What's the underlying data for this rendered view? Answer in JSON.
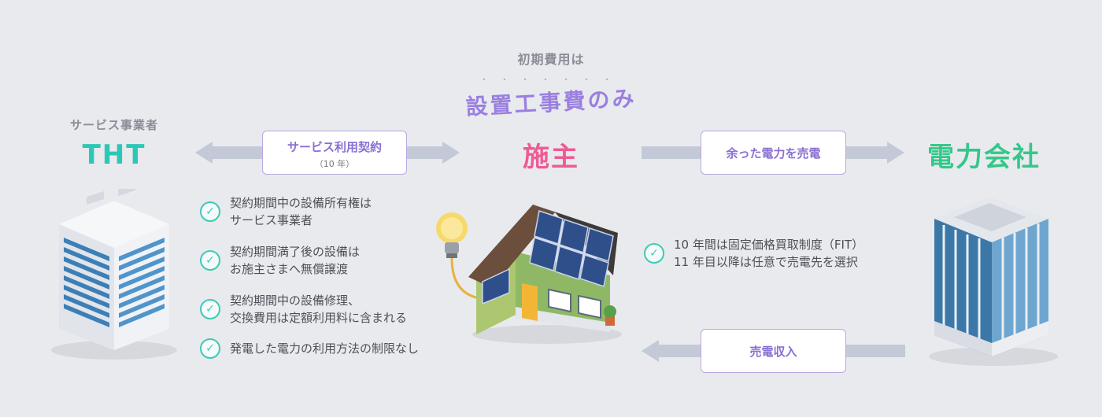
{
  "tht": {
    "sub": "サービス事業者",
    "name": "THT",
    "color": "#2cc8b5"
  },
  "owner": {
    "name": "施主",
    "color": "#ef5a96"
  },
  "power": {
    "name": "電力会社",
    "color": "#35c78a"
  },
  "headline": {
    "top": "初期費用は",
    "main": "設置工事費のみ"
  },
  "contract_pill": {
    "label": "サービス利用契約",
    "sub": "（10 年）"
  },
  "sell_pill": {
    "label": "余った電力を売電"
  },
  "income_pill": {
    "label": "売電収入"
  },
  "owner_benefits": [
    {
      "line1": "契約期間中の設備所有権は",
      "line2": "サービス事業者"
    },
    {
      "line1": "契約期間満了後の設備は",
      "line2": "お施主さまへ無償譲渡"
    },
    {
      "line1": "契約期間中の設備修理、",
      "line2": "交換費用は定額利用料に含まれる"
    },
    {
      "line1": "発電した電力の利用方法の制限なし",
      "line2": ""
    }
  ],
  "fit_note": {
    "line1": "10 年間は固定価格買取制度（FIT）",
    "line2": "11 年目以降は任意で売電先を選択"
  },
  "icons": [
    "building-icon",
    "house-solar-icon",
    "lightbulb-icon",
    "office-tower-icon",
    "check-icon"
  ],
  "colors": {
    "background": "#e9eaee",
    "arrow": "#c4c9d8",
    "pill_border": "#b7a8e2",
    "pill_text": "#8a6fd3",
    "check": "#3ec9b7"
  }
}
